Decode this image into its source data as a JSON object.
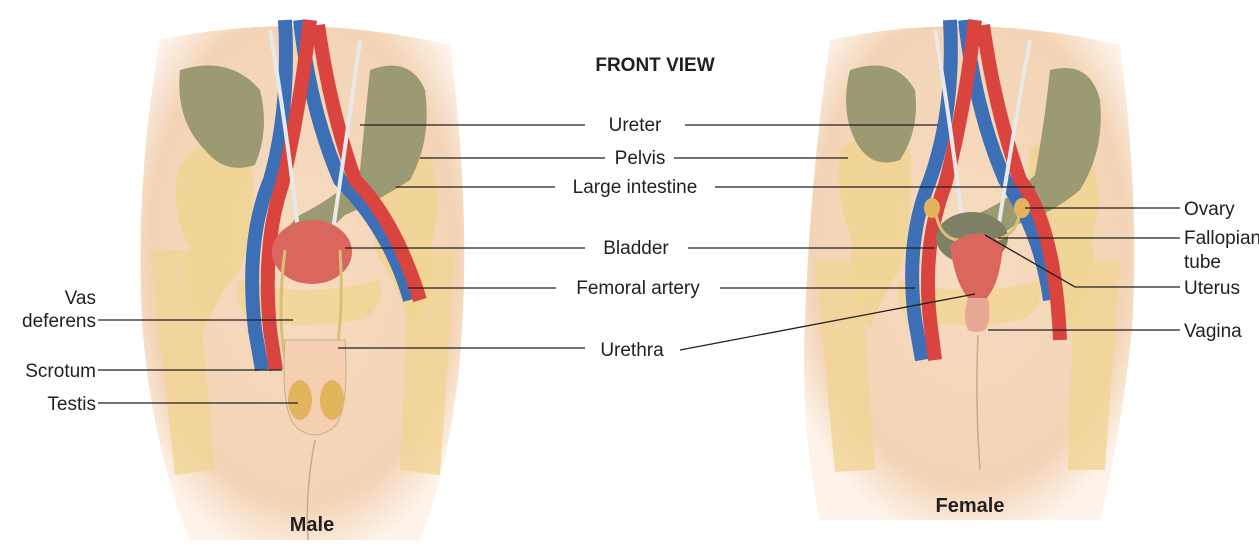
{
  "title": "FRONT VIEW",
  "captions": {
    "male": "Male",
    "female": "Female"
  },
  "labels": {
    "ureter": "Ureter",
    "pelvis": "Pelvis",
    "large_intestine": "Large intestine",
    "bladder": "Bladder",
    "femoral_artery": "Femoral artery",
    "urethra": "Urethra",
    "vas_deferens_line1": "Vas",
    "vas_deferens_line2": "deferens",
    "scrotum": "Scrotum",
    "testis": "Testis",
    "ovary": "Ovary",
    "fallopian_tube_line1": "Fallopian",
    "fallopian_tube_line2": "tube",
    "uterus": "Uterus",
    "vagina": "Vagina"
  },
  "colors": {
    "skin": "#f6dcc0",
    "bone": "#f1d595",
    "artery": "#d9443f",
    "vein": "#3d6fb6",
    "intestine": "#9c9a72",
    "bladder": "#d9675e",
    "line": "#231f20"
  }
}
